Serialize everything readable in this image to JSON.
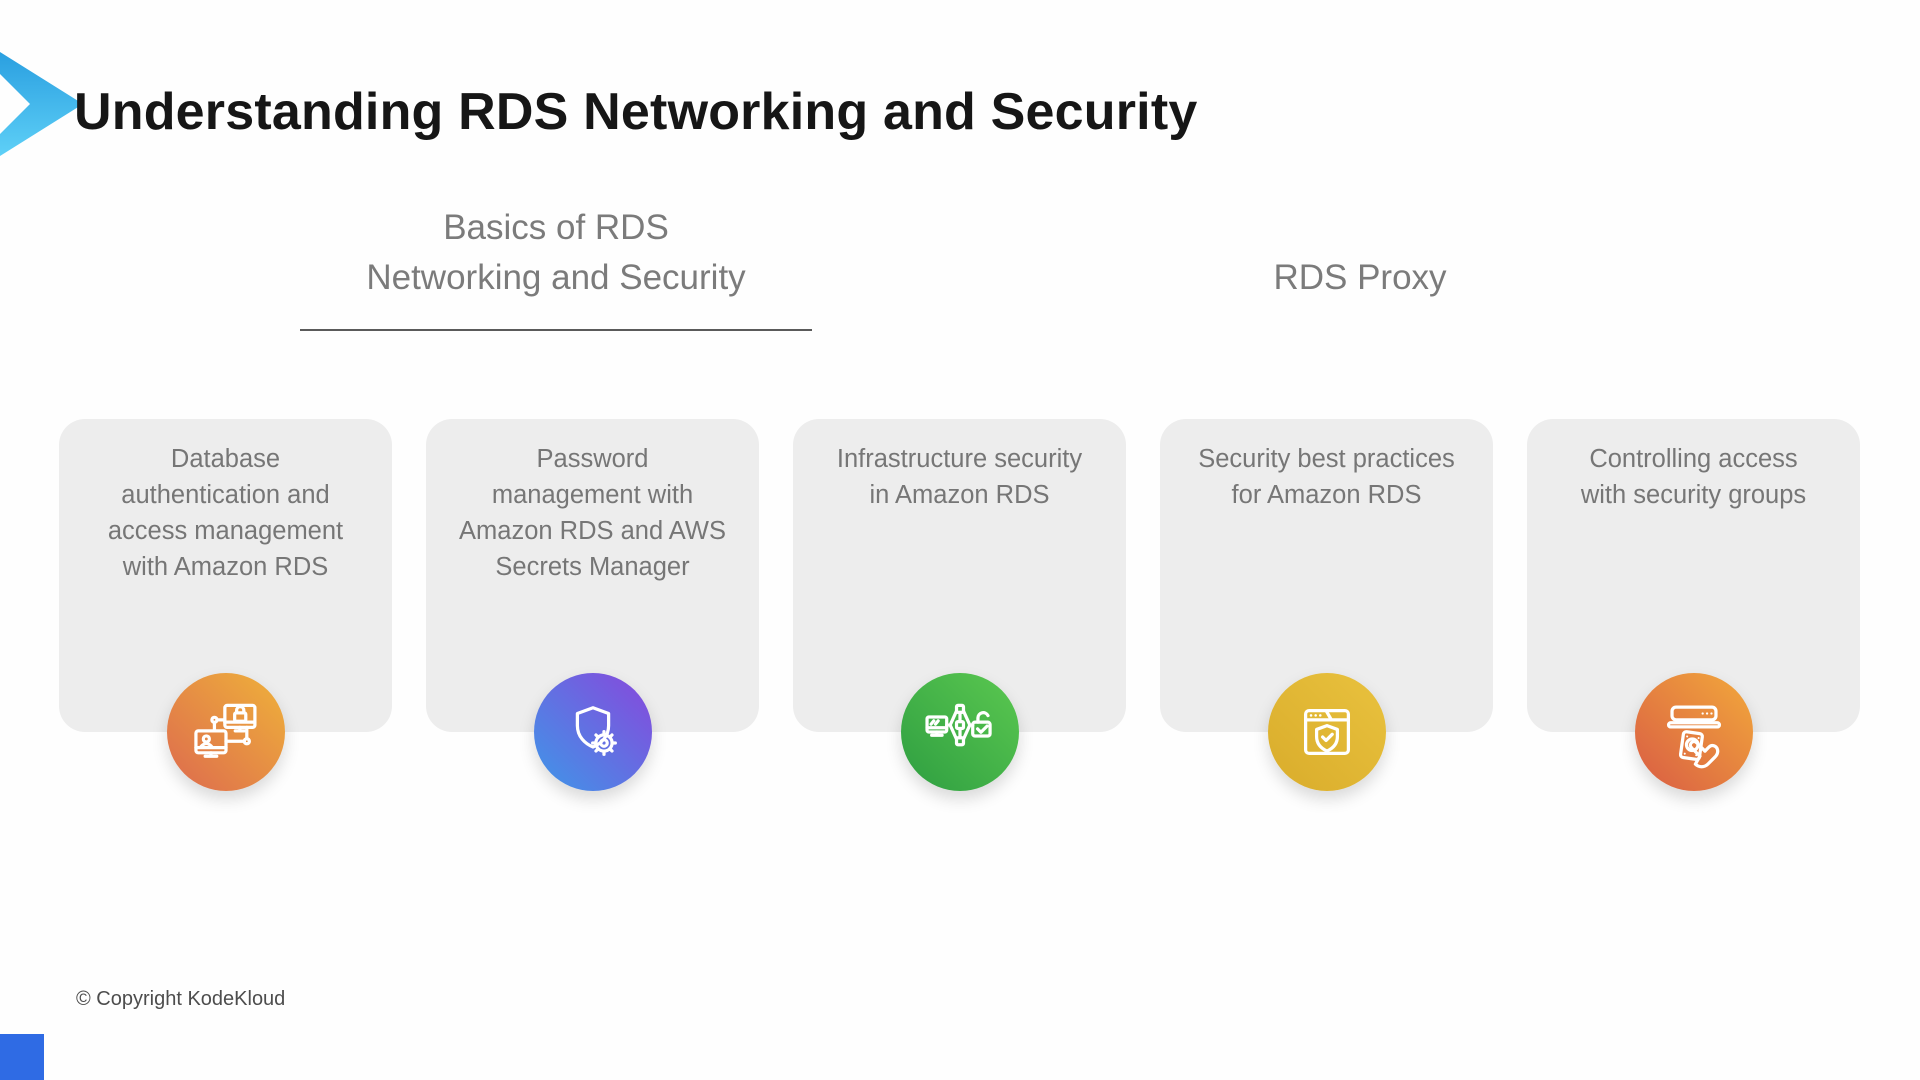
{
  "slide": {
    "title": "Understanding RDS Networking and Security",
    "copyright": "© Copyright KodeKloud"
  },
  "tabs": [
    {
      "lines": [
        "Basics of RDS",
        "Networking and Security"
      ],
      "active": true
    },
    {
      "lines": [
        "RDS Proxy"
      ],
      "active": false
    }
  ],
  "cards": [
    {
      "title_lines": [
        "Database",
        "authentication and",
        "access management",
        "with Amazon RDS"
      ],
      "icon": "monitors-user-lock-icon"
    },
    {
      "title_lines": [
        "Password",
        "management with",
        "Amazon RDS and AWS",
        "Secrets Manager"
      ],
      "icon": "shield-gear-icon"
    },
    {
      "title_lines": [
        "Infrastructure security",
        "in Amazon RDS"
      ],
      "icon": "network-lock-check-icon"
    },
    {
      "title_lines": [
        "Security best practices",
        "for Amazon RDS"
      ],
      "icon": "browser-shield-check-icon"
    },
    {
      "title_lines": [
        "Controlling access",
        "with security groups"
      ],
      "icon": "hand-access-device-icon"
    }
  ],
  "colors": {
    "chevron_gradient": [
      "#2a9fe0",
      "#5ed0f7"
    ],
    "corner_bar": "#2f6be4",
    "card_background": "#ededed",
    "card_text": "#767676",
    "tab_text": "#7b7b7b",
    "active_tab_underline": "#5a5a5a",
    "icon_gradients": [
      [
        "#dd6a4e",
        "#efb23a"
      ],
      [
        "#3e97e8",
        "#8847dc"
      ],
      [
        "#2e9e41",
        "#5bc850"
      ],
      [
        "#d9ac2b",
        "#e9c23e"
      ],
      [
        "#d95c44",
        "#f2a93b"
      ]
    ]
  }
}
